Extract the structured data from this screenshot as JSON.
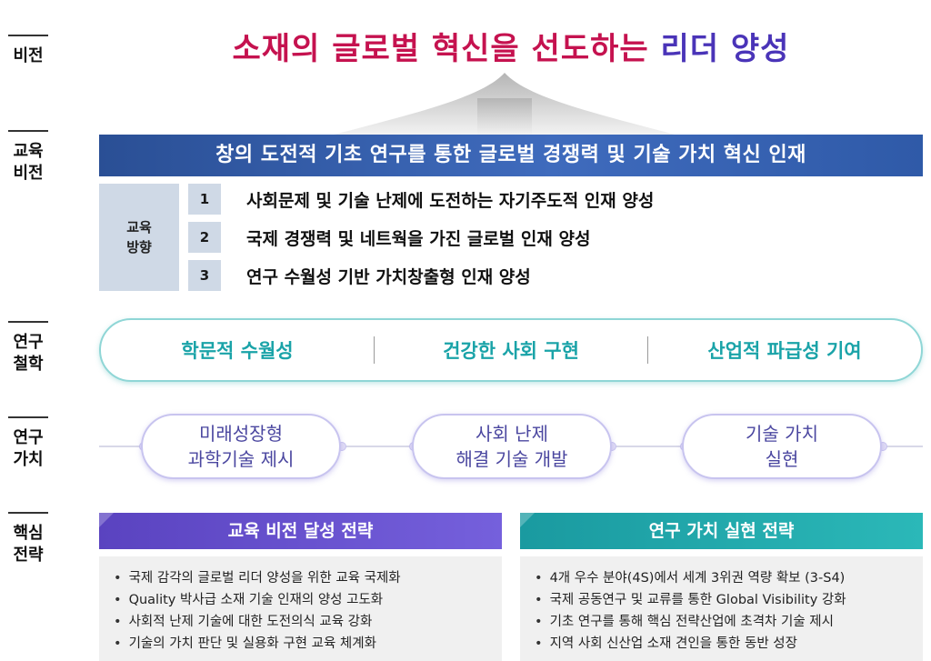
{
  "labels": {
    "vision": "비전",
    "edu_vision": "교육\n비전",
    "philosophy": "연구\n철학",
    "values": "연구\n가치",
    "strategy": "핵심\n전략"
  },
  "vision": {
    "part1": "소재의 글로벌 혁신을 선도하는",
    "part2": " 리더 양성"
  },
  "edu_vision": {
    "banner": "창의 도전적 기초 연구를 통한 글로벌 경쟁력 및 기술 가치 혁신 인재",
    "direction_label": "교육\n방향",
    "directions": [
      {
        "num": "1",
        "text": "사회문제 및 기술 난제에 도전하는 자기주도적 인재 양성"
      },
      {
        "num": "2",
        "text": "국제 경쟁력 및 네트웍을 가진 글로벌 인재 양성"
      },
      {
        "num": "3",
        "text": "연구 수월성 기반 가치창출형 인재 양성"
      }
    ]
  },
  "philosophy": {
    "items": [
      "학문적 수월성",
      "건강한 사회 구현",
      "산업적 파급성 기여"
    ]
  },
  "values": {
    "items": [
      "미래성장형\n과학기술 제시",
      "사회 난제\n해결 기술 개발",
      "기술 가치\n실현"
    ]
  },
  "strategy": {
    "edu": {
      "title": "교육 비전 달성 전략",
      "items": [
        "국제 감각의 글로벌 리더 양성을 위한 교육 국제화",
        "Quality 박사급 소재 기술 인재의 양성 고도화",
        "사회적 난제 기술에 대한 도전의식 교육 강화",
        "기술의 가치 판단 및 실용화 구현 교육 체계화"
      ]
    },
    "res": {
      "title": "연구 가치 실현 전략",
      "items": [
        "4개 우수 분야(4S)에서 세계 3위권 역량 확보 (3-S4)",
        "국제 공동연구 및 교류를 통한 Global Visibility 강화",
        "기초 연구를 통해 핵심 전략산업에 초격차 기술 제시",
        "지역 사회 신산업 소재 견인을 통한 동반 성장"
      ]
    }
  },
  "colors": {
    "vision_primary": "#c5124f",
    "vision_secondary": "#4a34b8",
    "banner": "#2f5aa8",
    "philosophy": "#1aa3a8",
    "values": "#4b47a0",
    "edu_strategy": "#6a52d0",
    "res_strategy": "#22a9ac"
  }
}
